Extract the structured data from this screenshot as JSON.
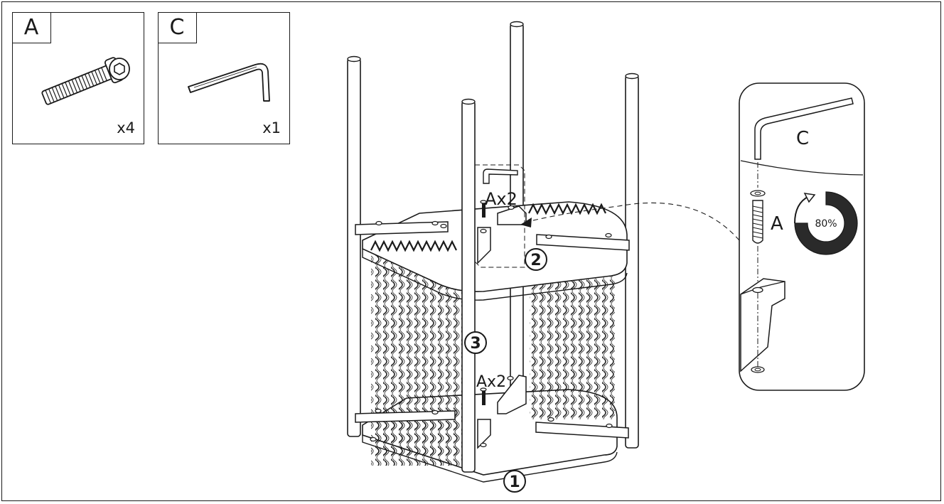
{
  "parts": [
    {
      "letter": "A",
      "quantity": "x4",
      "icon": "socket-screw-icon"
    },
    {
      "letter": "C",
      "quantity": "x1",
      "icon": "hex-key-icon"
    }
  ],
  "callouts": {
    "top_screws": "Ax2",
    "bottom_screws": "Ax2",
    "step_1": "1",
    "step_2": "2",
    "step_3": "3"
  },
  "detail": {
    "tool_label": "C",
    "screw_label": "A",
    "tighten_percent": "80%"
  }
}
